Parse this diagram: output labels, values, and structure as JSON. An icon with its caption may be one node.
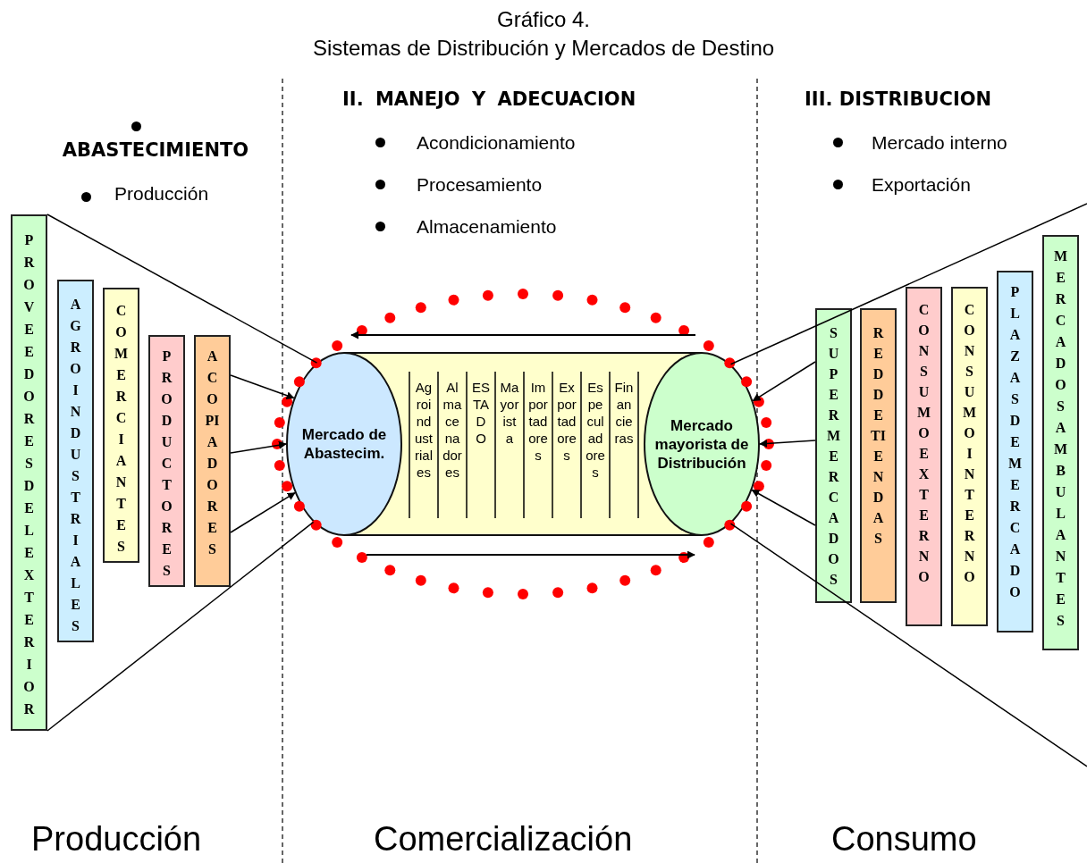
{
  "diagram": {
    "title": "Sistemas de Distribución y Mercados de Destino",
    "nodes": [
      {
        "text": [
          "PROVEEDORESDELEXTERIOR"
        ]
      },
      {
        "text": [
          "AGROINDUSTRIALES"
        ]
      },
      {
        "text": [
          "COMERCIANTES"
        ]
      },
      {
        "text": [
          "PRODUCTORES"
        ]
      },
      {
        "text": [
          "ACOPIADORES"
        ]
      },
      {
        "text": [],
        "shape": "cylinder"
      },
      {
        "text": [
          "Mercado de Abastecim."
        ]
      },
      {
        "text": [
          "Mercado mayorista de Distribución"
        ]
      },
      {
        "text": [
          "SUPERMERCADOS"
        ]
      },
      {
        "text": [
          "RED DETIENDAS"
        ]
      },
      {
        "text": [
          "CONSUMO EXTERNO"
        ]
      },
      {
        "text": [
          "CONSUMO INTERNO"
        ]
      },
      {
        "text": [
          "PLAZASDEMERCADO"
        ]
      },
      {
        "text": [
          "MERCADOSAMBULANTES"
        ]
      }
    ],
    "edges": [
      {
        "from": 0,
        "to": 6,
        "arrow": "none"
      },
      {
        "from": 0,
        "to": 6,
        "arrow": "none"
      },
      {
        "from": 4,
        "to": 6,
        "arrow": "to"
      },
      {
        "from": 4,
        "to": 6,
        "arrow": "to"
      },
      {
        "from": 4,
        "to": 6,
        "arrow": "to"
      },
      {
        "from": 8,
        "to": 7,
        "arrow": "to"
      },
      {
        "from": 8,
        "to": 7,
        "arrow": "to"
      },
      {
        "from": 8,
        "to": 7,
        "arrow": "to"
      },
      {
        "from": 7,
        "to": null,
        "arrow": "none"
      },
      {
        "from": 7,
        "to": null,
        "arrow": "none"
      }
    ],
    "labels": [
      "Gráfico 4.",
      "II. MANEJO Y ADECUACION",
      "III. DISTRIBUCION",
      "ABASTECIMIENTO",
      "Acondicionamiento",
      "Mercado interno",
      "Producción",
      "Procesamiento",
      "Exportación",
      "Almacenamiento",
      "Agroindustriales",
      "Almacenadores",
      "ESTADO",
      "Mayorista",
      "Importadores",
      "Exportadores",
      "Especuladores",
      "Financieras",
      "Producción",
      "Comercialización",
      "Consumo"
    ]
  }
}
